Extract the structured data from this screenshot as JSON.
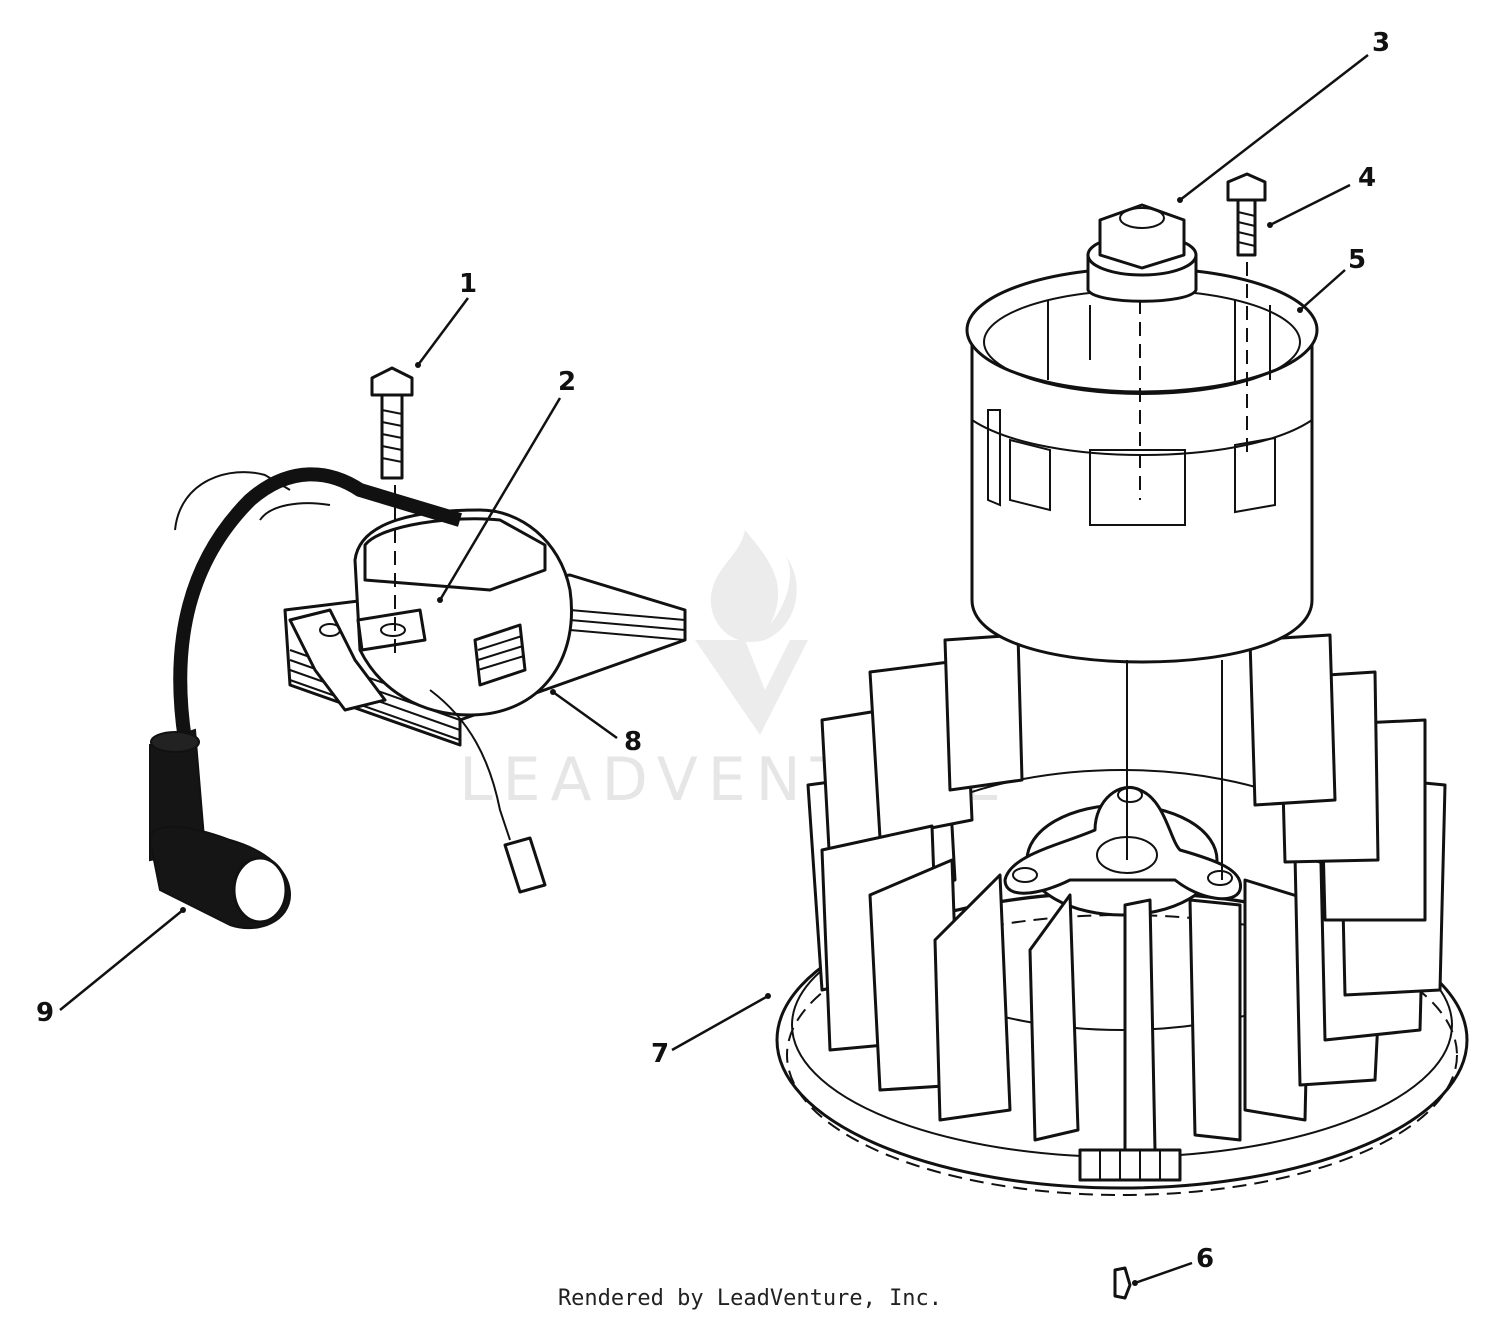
{
  "diagram": {
    "callouts": [
      {
        "number": "1"
      },
      {
        "number": "2"
      },
      {
        "number": "3"
      },
      {
        "number": "4"
      },
      {
        "number": "5"
      },
      {
        "number": "6"
      },
      {
        "number": "7"
      },
      {
        "number": "8"
      },
      {
        "number": "9"
      }
    ]
  },
  "watermark": {
    "text": "LEADVENTURE"
  },
  "footer": {
    "credit": "Rendered by LeadVenture, Inc."
  }
}
